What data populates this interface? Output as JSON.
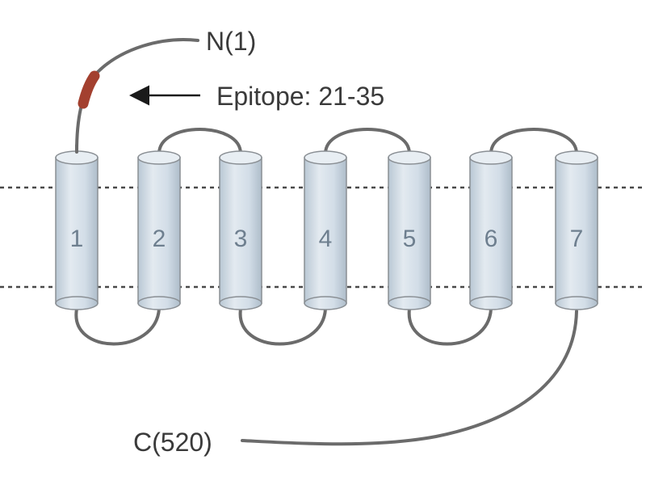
{
  "labels": {
    "n_terminus": "N(1)",
    "c_terminus": "C(520)",
    "epitope": "Epitope: 21-35"
  },
  "helices": [
    {
      "label": "1"
    },
    {
      "label": "2"
    },
    {
      "label": "3"
    },
    {
      "label": "4"
    },
    {
      "label": "5"
    },
    {
      "label": "6"
    },
    {
      "label": "7"
    }
  ],
  "colors": {
    "epitope": "#a3402f",
    "helix_fill": "#d7e1ea",
    "loop": "#6b6b6b",
    "membrane_line": "#4a4a4a"
  }
}
